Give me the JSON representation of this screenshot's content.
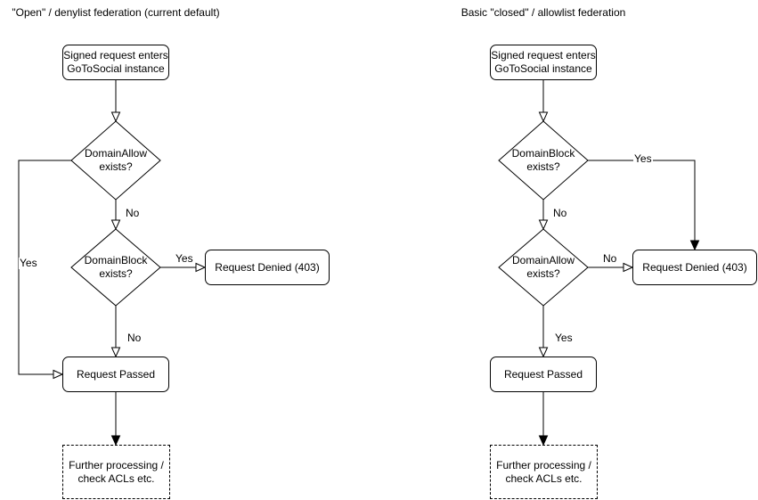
{
  "canvas": {
    "background": "#ffffff",
    "line_color": "#000000"
  },
  "left_flow": {
    "title": "\"Open\" / denylist federation (current default)",
    "start_line1": "Signed request enters",
    "start_line2": "GoToSocial instance",
    "decision1_line1": "DomainAllow",
    "decision1_line2": "exists?",
    "decision1_no_label": "No",
    "decision1_yes_label": "Yes",
    "decision2_line1": "DomainBlock",
    "decision2_line2": "exists?",
    "decision2_yes_label": "Yes",
    "decision2_no_label": "No",
    "denied_label": "Request Denied (403)",
    "passed_label": "Request Passed",
    "further_line1": "Further processing /",
    "further_line2": "check ACLs etc."
  },
  "right_flow": {
    "title": "Basic \"closed\" / allowlist federation",
    "start_line1": "Signed request enters",
    "start_line2": "GoToSocial instance",
    "decision1_line1": "DomainBlock",
    "decision1_line2": "exists?",
    "decision1_yes_label": "Yes",
    "decision1_no_label": "No",
    "decision2_line1": "DomainAllow",
    "decision2_line2": "exists?",
    "decision2_no_label": "No",
    "decision2_yes_label": "Yes",
    "denied_label": "Request Denied (403)",
    "passed_label": "Request Passed",
    "further_line1": "Further processing /",
    "further_line2": "check ACLs etc."
  }
}
